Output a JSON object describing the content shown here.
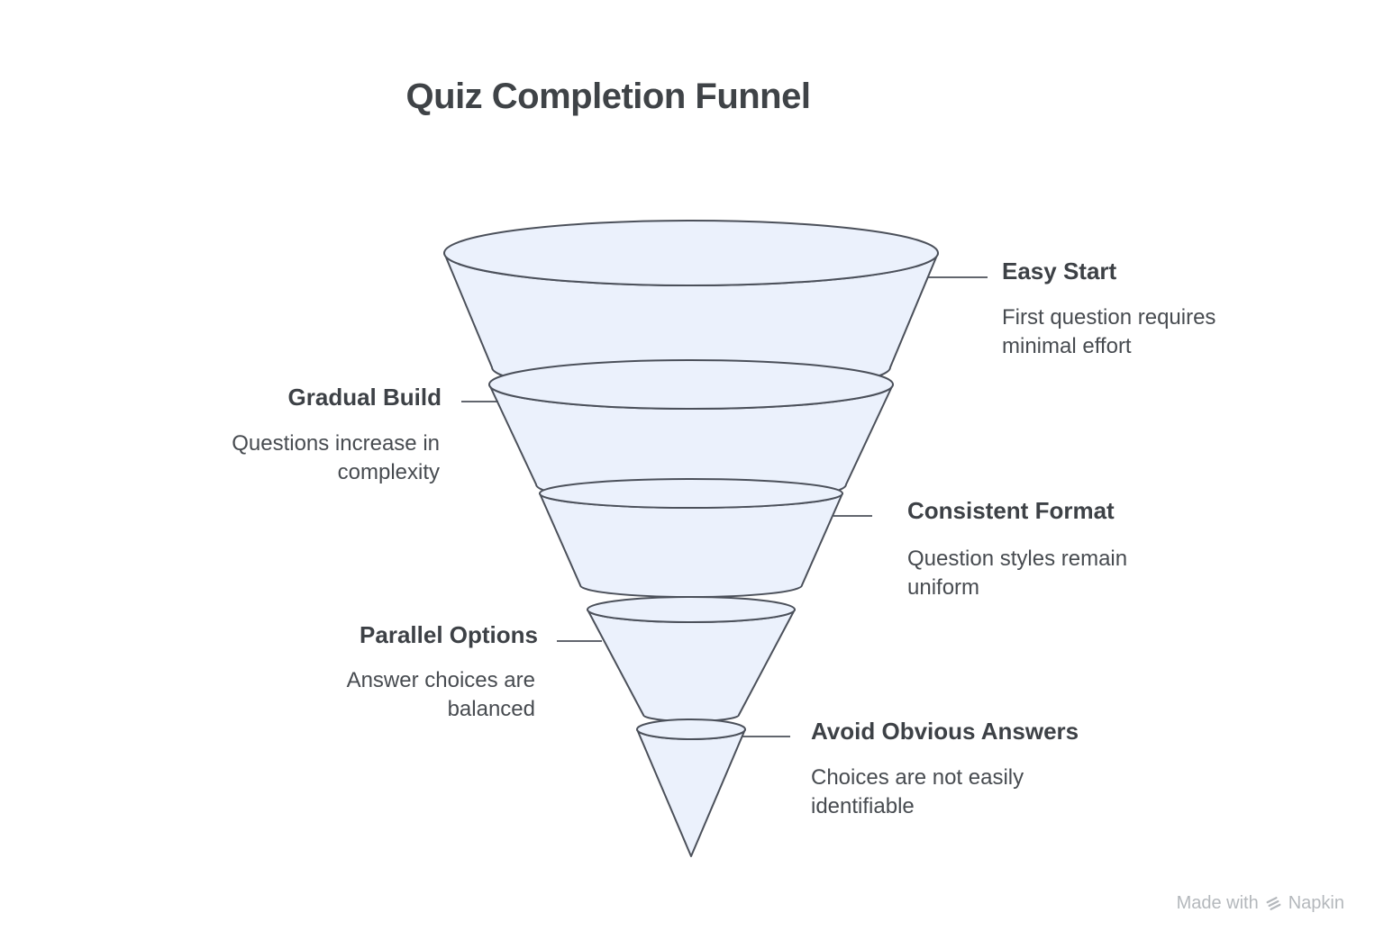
{
  "title": "Quiz Completion Funnel",
  "diagram_type": "funnel",
  "stages": [
    {
      "order": 1,
      "label": "Easy Start",
      "description": "First question requires minimal effort",
      "side": "right"
    },
    {
      "order": 2,
      "label": "Gradual Build",
      "description": "Questions increase in complexity",
      "side": "left"
    },
    {
      "order": 3,
      "label": "Consistent Format",
      "description": "Question styles remain uniform",
      "side": "right"
    },
    {
      "order": 4,
      "label": "Parallel Options",
      "description": "Answer choices are balanced",
      "side": "left"
    },
    {
      "order": 5,
      "label": "Avoid Obvious Answers",
      "description": "Choices are not easily identifiable",
      "side": "right"
    }
  ],
  "watermark": {
    "made_with": "Made with",
    "brand": "Napkin"
  },
  "colors": {
    "background": "#FFFFFF",
    "funnel_fill": "#EBF1FC",
    "funnel_stroke": "#4B505A",
    "title_text": "#3F4347",
    "label_text": "#3D4146",
    "description_text": "#474B50",
    "watermark_text": "#B4B8BC"
  }
}
